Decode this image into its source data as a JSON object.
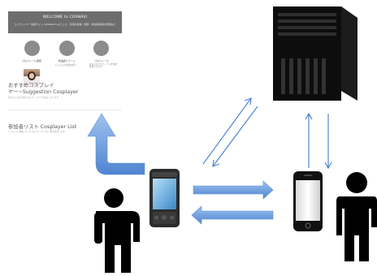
{
  "webpage": {
    "banner_title": "WELCOME to COSNAVI",
    "banner_subtitle": "コスプレイヤー情報サイト COSNAVIへようこそ。写真の投稿・閲覧・参加者情報の管理など",
    "profile_items": [
      {
        "label": "プロフィール閲覧",
        "note": ""
      },
      {
        "label": "作品紹介ページ",
        "note": "たくさんの作品を紹介"
      },
      {
        "label": "プロフィール",
        "note": "あなたのプロフィールを作成・管理できます"
      }
    ],
    "suggest_heading_line1": "おすすめコスプレイ",
    "suggest_heading_line2": "ヤー~Suggestion Cosplayer",
    "suggest_caption": "あなたにおすすめのコスプレイヤーを表示しています",
    "list_heading": "参加者リスト Cosplayer List",
    "list_caption": "イベントに参加しているコスプレイヤーの一覧を表示します"
  },
  "colors": {
    "arrow_blue": "#4f84d0",
    "arrow_blue_light": "#8ab4ea",
    "server_black": "#111111",
    "person_black": "#000000"
  },
  "icons": [
    "server-icon",
    "android-phone-icon",
    "iphone-icon",
    "person-icon",
    "curved-arrow-icon"
  ]
}
